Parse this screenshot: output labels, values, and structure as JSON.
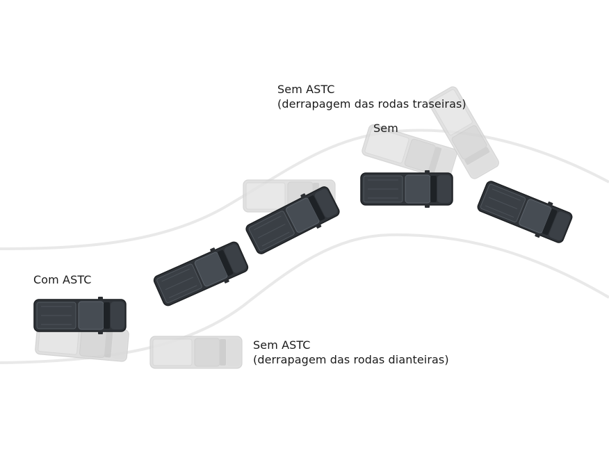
{
  "labels": {
    "com_astc": "Com ASTC",
    "rear_skid_title": "Sem ASTC",
    "rear_skid_detail": "(derrapagem das rodas traseiras)",
    "sem_short": "Sem",
    "front_skid_title": "Sem ASTC",
    "front_skid_detail": "(derrapagem das rodas dianteiras)"
  },
  "colors": {
    "truck_dark": "#2f3338",
    "truck_ghost": "#d6d6d6",
    "road_lines": "#e9e9e9"
  }
}
